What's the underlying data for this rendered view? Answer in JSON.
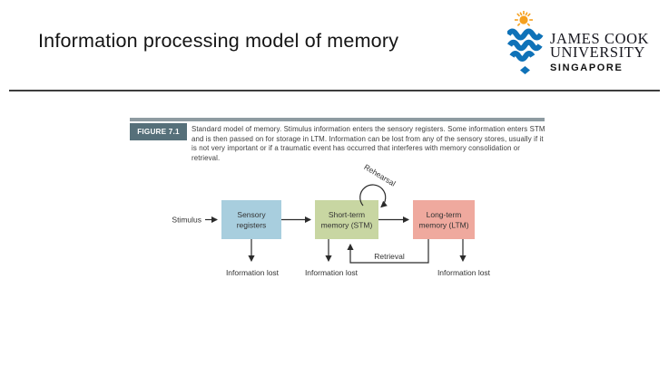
{
  "slide": {
    "title": "Information processing model of memory"
  },
  "logo": {
    "name_line1": "JAMES COOK",
    "name_line2": "UNIVERSITY",
    "name_line3": "SINGAPORE",
    "wave_blue": "#0f72b8",
    "sun_orange": "#f5a01e"
  },
  "figure": {
    "label": "FIGURE 7.1",
    "caption": "Standard model of memory. Stimulus information enters the sensory registers. Some information enters STM and is then passed on for storage in LTM. Information can be lost from any of the sensory stores, usually if it is not very important or if a traumatic event has occurred that interferes with memory consolidation or retrieval.",
    "label_bg": "#56707a",
    "topbar_color": "#8e9ba1"
  },
  "diagram": {
    "stimulus_label": "Stimulus",
    "rehearsal_label": "Rehearsal",
    "retrieval_label": "Retrieval",
    "boxes": [
      {
        "line1": "Sensory",
        "line2": "registers",
        "color": "#a8cede"
      },
      {
        "line1": "Short-term",
        "line2": "memory (STM)",
        "color": "#c8d6a2"
      },
      {
        "line1": "Long-term",
        "line2": "memory (LTM)",
        "color": "#efa99e"
      }
    ],
    "loss_labels": [
      "Information lost",
      "Information lost",
      "Information lost"
    ],
    "arrow_color": "#2b2b2b"
  }
}
